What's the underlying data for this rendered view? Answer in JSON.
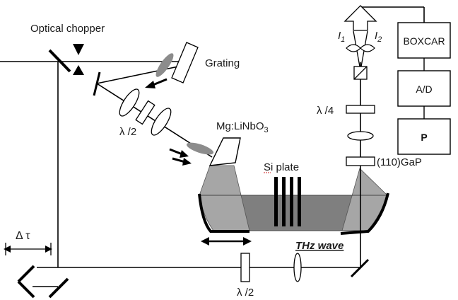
{
  "labels": {
    "optical_chopper": "Optical chopper",
    "grating": "Grating",
    "half_wave_upper": "λ /2",
    "crystal_prefix": "Mg:LiNbO",
    "crystal_subscript": "3",
    "si_plate": "Si plate",
    "quarter_wave": "λ /4",
    "detector_crystal": "(110)GaP",
    "thz_wave": "THz wave",
    "delay": "Δ τ",
    "half_wave_lower": "λ /2",
    "i1_letter": "I",
    "i1_sub": "1",
    "i2_letter": "I",
    "i2_sub": "2"
  },
  "boxes": {
    "boxcar": "BOXCAR",
    "ad": "A/D",
    "p": "P"
  },
  "colors": {
    "line": "#000000",
    "thz_fill": "#7f7f7f",
    "cone_fill": "#a6a6a6",
    "grating_spot": "#8c8c8c"
  }
}
